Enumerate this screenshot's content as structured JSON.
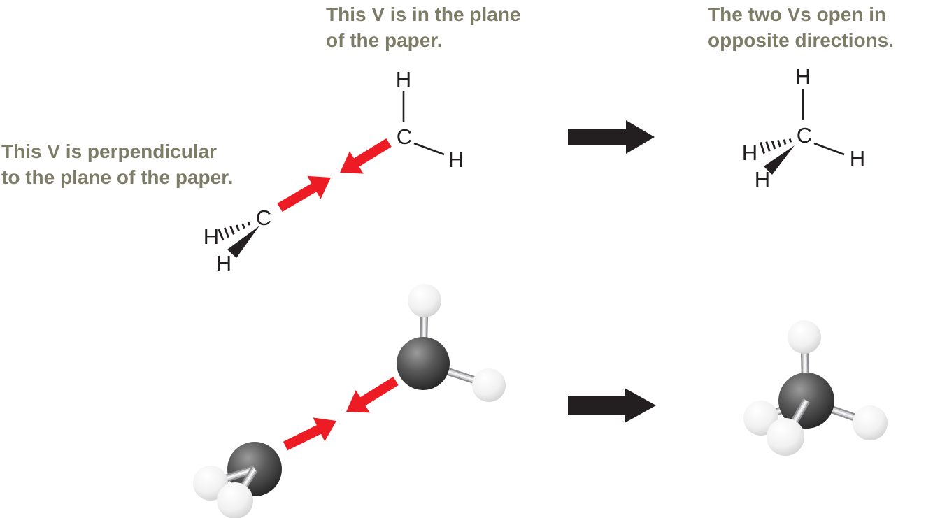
{
  "figure": {
    "captions": {
      "in_plane": "This V is in the plane\nof the paper.",
      "perpendicular": "This V is perpendicular\nto the plane of the paper.",
      "opposite": "The two Vs open in\nopposite directions."
    },
    "structures": {
      "planar_ch2": {
        "carbon": "C",
        "hydrogen_top": "H",
        "hydrogen_right": "H"
      },
      "perpendicular_ch2": {
        "carbon": "C",
        "hydrogen_left": "H",
        "hydrogen_front": "H"
      },
      "methane": {
        "carbon": "C",
        "hydrogen_top": "H",
        "hydrogen_left": "H",
        "hydrogen_right": "H",
        "hydrogen_front": "H"
      }
    },
    "colors": {
      "caption_text": "#7d7c67",
      "red_arrow": "#ed1c24",
      "ink": "#231f20"
    }
  }
}
